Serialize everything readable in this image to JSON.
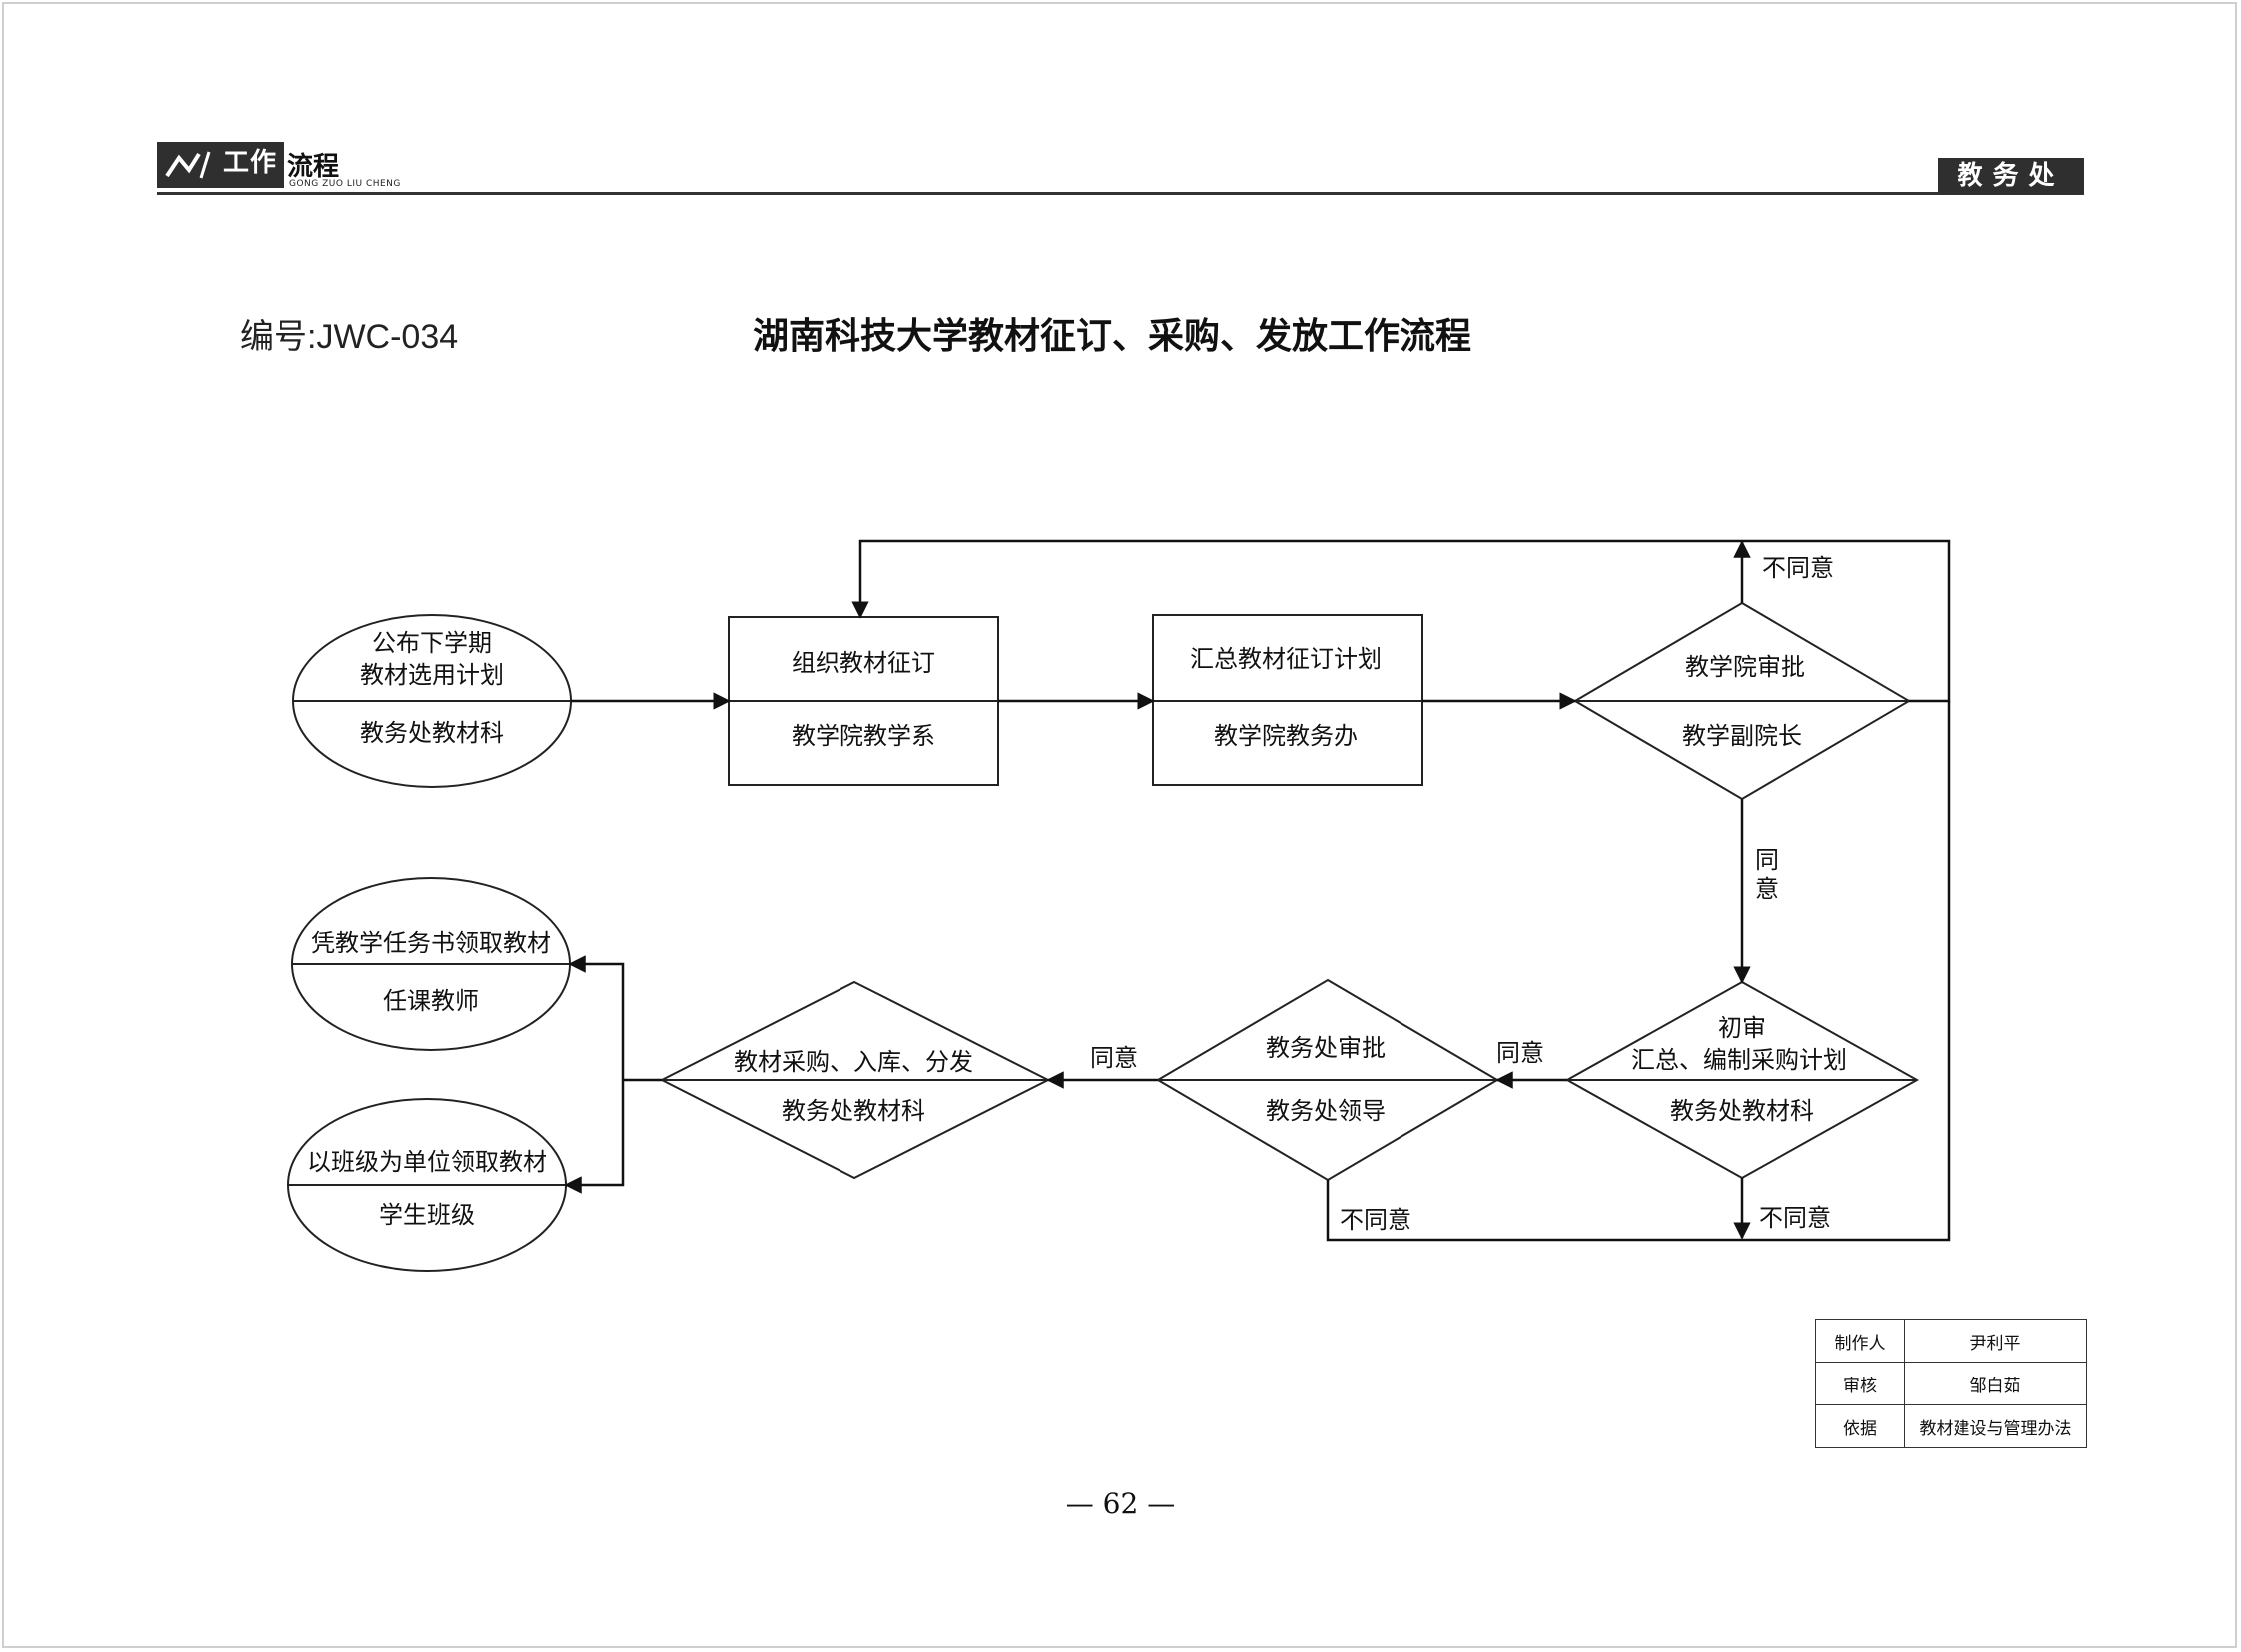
{
  "header": {
    "logo_text": "工作",
    "title_text": "流程",
    "subtitle": "GONG ZUO LIU CHENG",
    "department": "教务处"
  },
  "doc": {
    "number": "编号:JWC-034",
    "title": "湖南科技大学教材征订、采购、发放工作流程"
  },
  "flow": {
    "start": {
      "line1": "公布下学期",
      "line2": "教材选用计划",
      "actor": "教务处教材科"
    },
    "organize": {
      "task": "组织教材征订",
      "actor": "教学院教学系"
    },
    "summary": {
      "task": "汇总教材征订计划",
      "actor": "教学院教务办"
    },
    "college_approve": {
      "task": "教学院审批",
      "actor": "教学副院长"
    },
    "initial_review": {
      "line1": "初审",
      "line2": "汇总、编制采购计划",
      "actor": "教务处教材科"
    },
    "office_approve": {
      "task": "教务处审批",
      "actor": "教务处领导"
    },
    "purchase": {
      "task": "教材采购、入库、分发",
      "actor": "教务处教材科"
    },
    "teacher_collect": {
      "task": "凭教学任务书领取教材",
      "actor": "任课教师"
    },
    "class_collect": {
      "task": "以班级为单位领取教材",
      "actor": "学生班级"
    },
    "labels": {
      "disagree": "不同意",
      "agree": "同意",
      "agree_v1": "同",
      "agree_v2": "意"
    }
  },
  "sign": {
    "rows": [
      {
        "key": "制作人",
        "value": "尹利平"
      },
      {
        "key": "审核",
        "value": "邹白茹"
      },
      {
        "key": "依据",
        "value": "教材建设与管理办法"
      }
    ]
  },
  "footer": {
    "page": "— 62 —"
  }
}
